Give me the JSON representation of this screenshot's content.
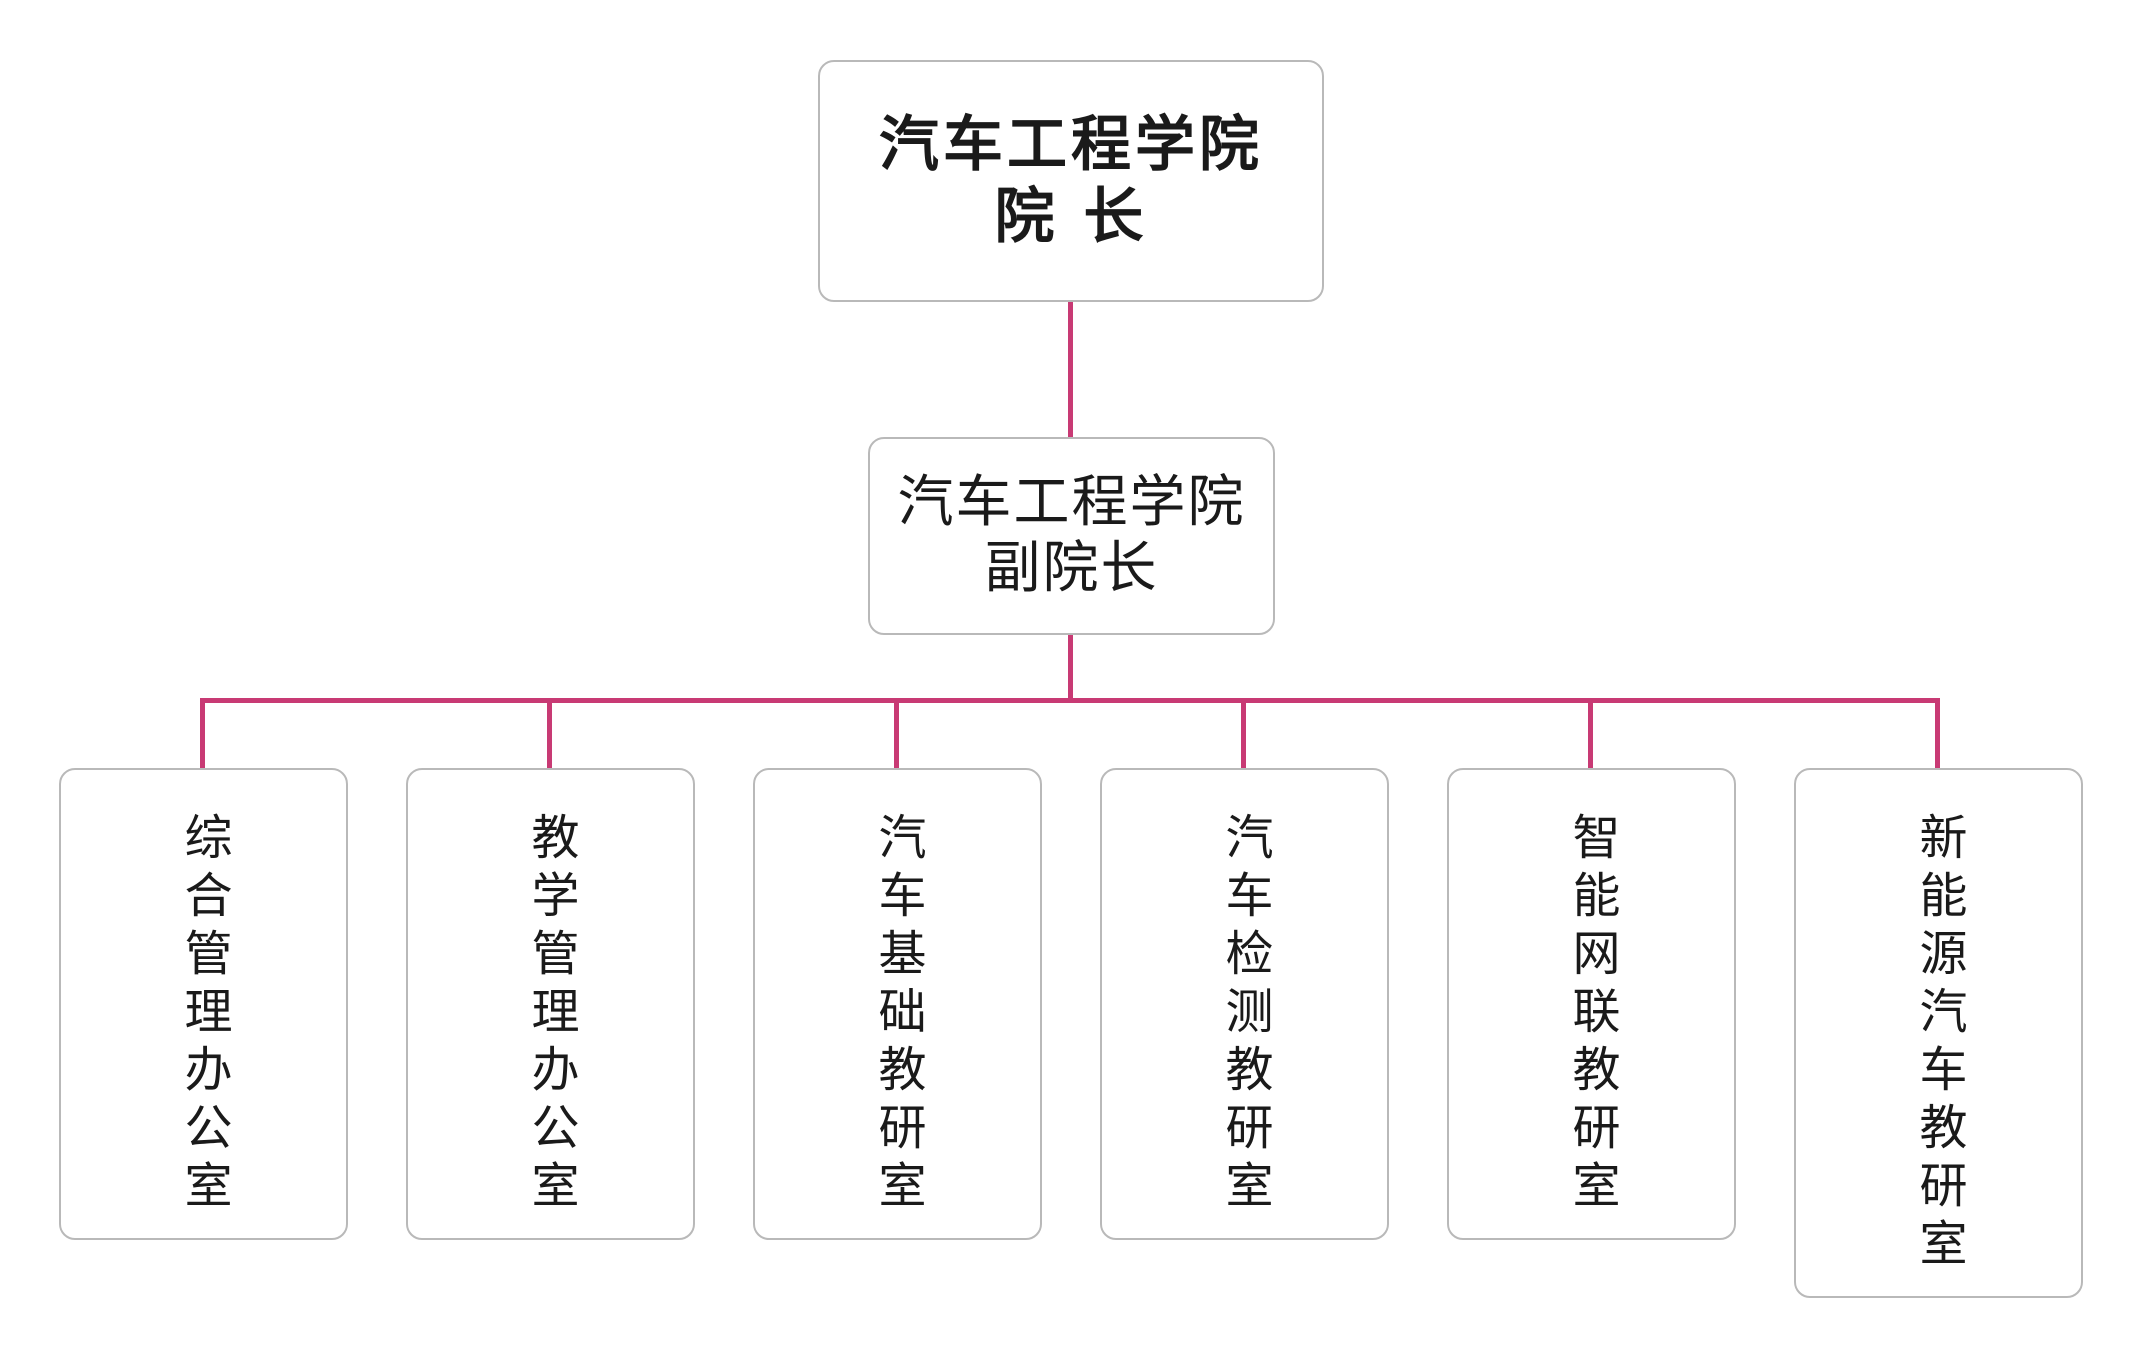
{
  "colors": {
    "connector": "#c83a74",
    "box_border": "#b9b9b9",
    "text": "#1a1a1a"
  },
  "root": {
    "label": "汽车工程学院\n院  长"
  },
  "vice": {
    "label": "汽车工程学院\n 副院长"
  },
  "departments": [
    {
      "label": "综合管理办公室"
    },
    {
      "label": "教学管理办公室"
    },
    {
      "label": "汽车基础教研室"
    },
    {
      "label": "汽车检测教研室"
    },
    {
      "label": "智能网联教研室"
    },
    {
      "label": "新能源汽车教研室"
    }
  ]
}
